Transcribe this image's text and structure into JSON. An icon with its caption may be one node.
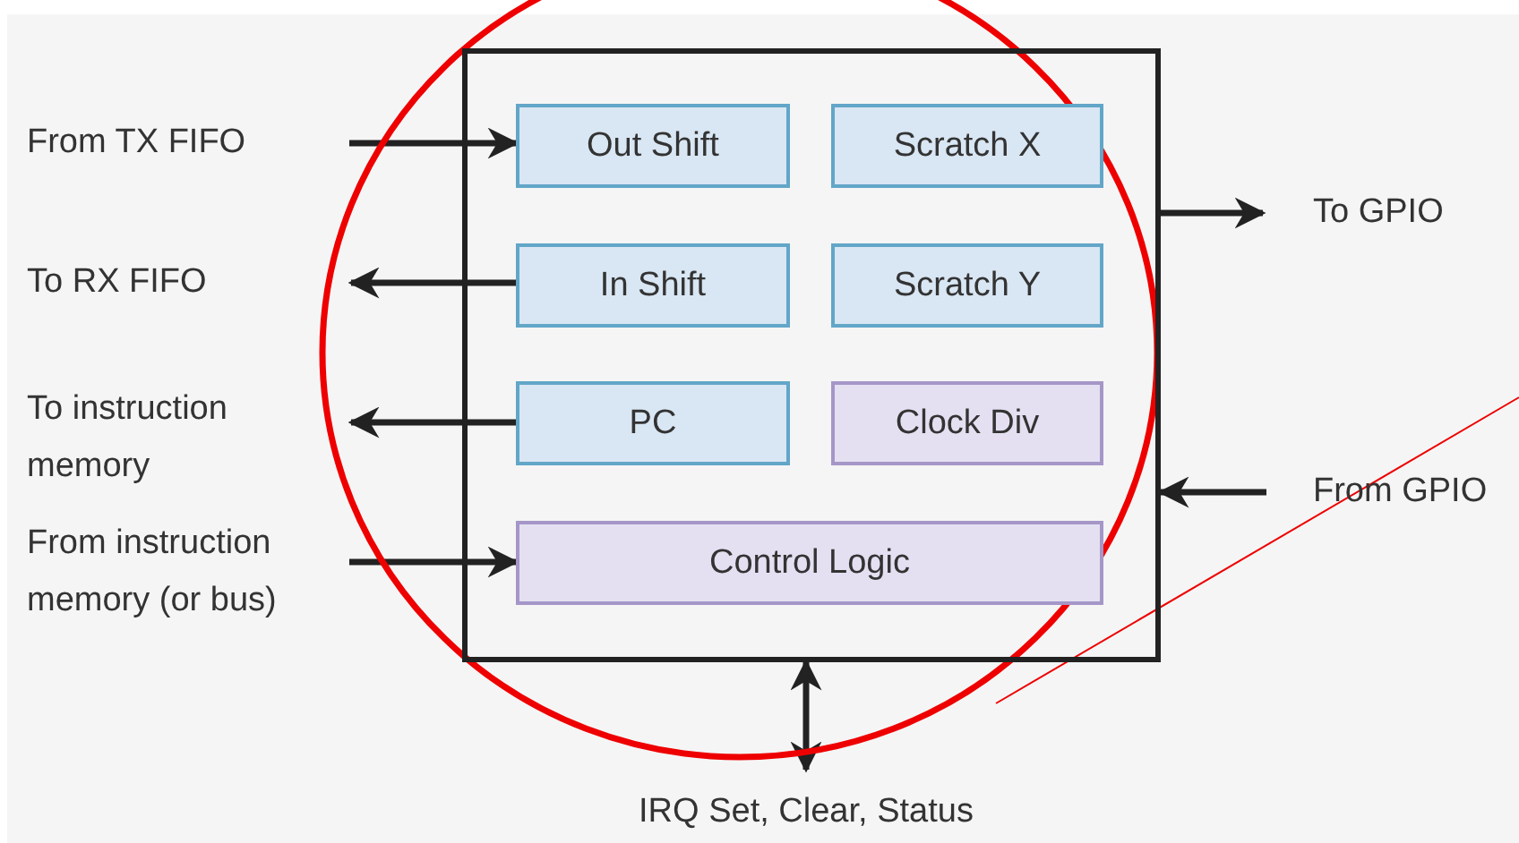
{
  "diagram": {
    "nodes": [
      {
        "text": [],
        "shape": "box"
      },
      {
        "text": [
          "Out Shift"
        ],
        "in": 0
      },
      {
        "text": [
          "Scratch X"
        ],
        "in": 0
      },
      {
        "text": [
          "In Shift"
        ],
        "in": 0
      },
      {
        "text": [
          "Scratch Y"
        ],
        "in": 0
      },
      {
        "text": [
          "PC"
        ],
        "in": 0
      },
      {
        "text": [
          "Clock Div"
        ],
        "in": 0
      },
      {
        "text": [
          "Control Logic"
        ],
        "in": 0
      },
      {
        "text": [
          "From TX FIFO"
        ]
      },
      {
        "text": [
          "To RX FIFO"
        ]
      },
      {
        "text": [
          "To instruction memory"
        ]
      },
      {
        "text": [
          "From instruction memory (or bus)"
        ]
      },
      {
        "text": [
          "To GPIO"
        ]
      },
      {
        "text": [
          "From GPIO"
        ]
      },
      {
        "text": [
          "IRQ Set, Clear, Status"
        ]
      }
    ],
    "edges": [
      {
        "from": 8,
        "to": 1,
        "arrow": "to"
      },
      {
        "from": 3,
        "to": 9,
        "arrow": "to"
      },
      {
        "from": 5,
        "to": 10,
        "arrow": "to"
      },
      {
        "from": 11,
        "to": 7,
        "arrow": "to"
      },
      {
        "from": 0,
        "to": 12,
        "arrow": "to"
      },
      {
        "from": 13,
        "to": 0,
        "arrow": "to"
      },
      {
        "from": 0,
        "to": 14,
        "arrow": "both"
      }
    ]
  }
}
